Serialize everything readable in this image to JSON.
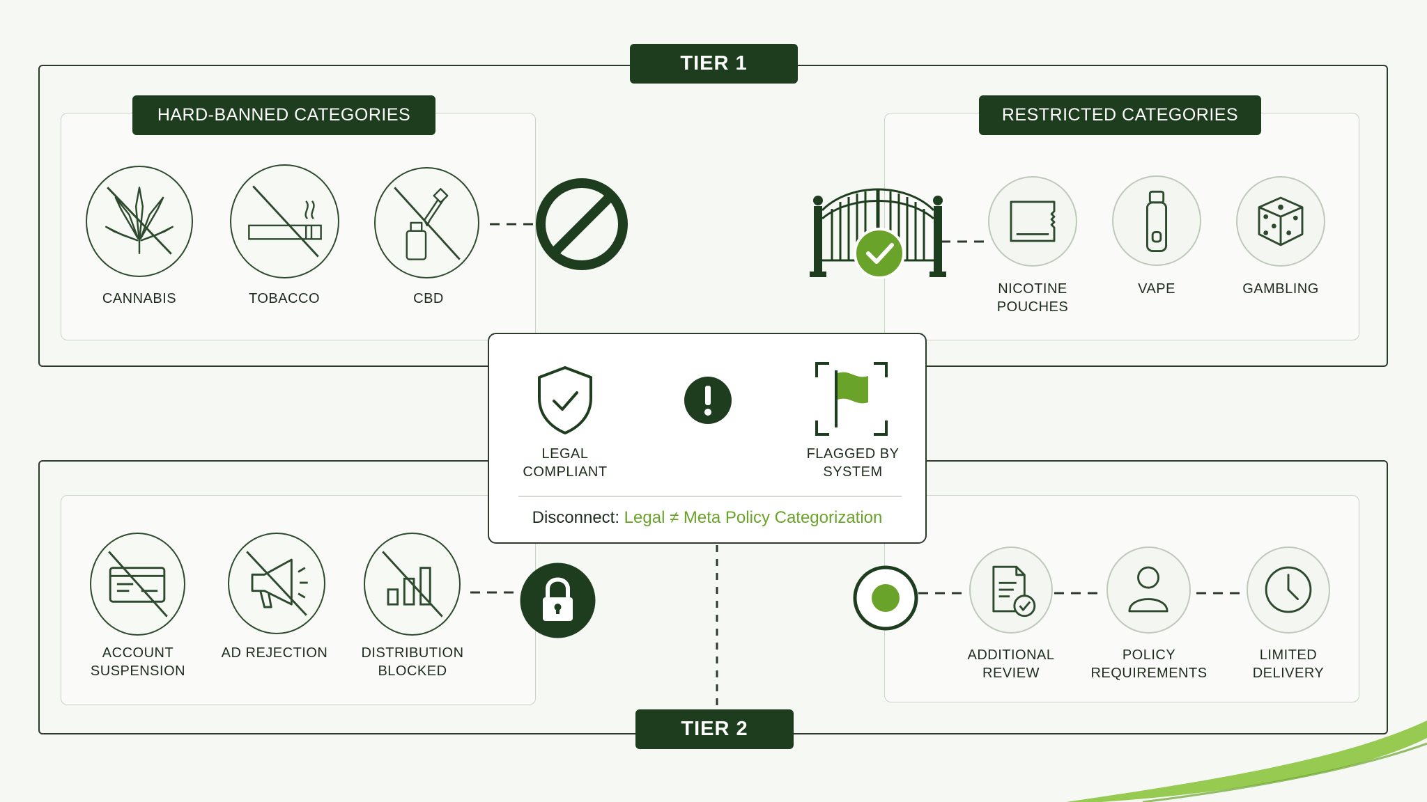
{
  "tier1": {
    "label": "TIER 1"
  },
  "tier2": {
    "label": "TIER 2"
  },
  "hard_banned": {
    "title": "HARD-BANNED CATEGORIES",
    "items": [
      {
        "label": "CANNABIS",
        "icon": "cannabis-icon"
      },
      {
        "label": "TOBACCO",
        "icon": "cigarette-icon"
      },
      {
        "label": "CBD",
        "icon": "dropper-bottle-icon"
      }
    ],
    "result_icon": "prohibited-icon"
  },
  "restricted": {
    "title": "RESTRICTED CATEGORIES",
    "gate_icon": "gate-check-icon",
    "items": [
      {
        "label": "NICOTINE\nPOUCHES",
        "icon": "pouch-icon"
      },
      {
        "label": "VAPE",
        "icon": "vape-icon"
      },
      {
        "label": "GAMBLING",
        "icon": "dice-icon"
      }
    ]
  },
  "center": {
    "left": {
      "label": "LEGAL\nCOMPLIANT",
      "icon": "shield-check-icon"
    },
    "middle_icon": "alert-icon",
    "right": {
      "label": "FLAGGED BY\nSYSTEM",
      "icon": "flag-icon"
    },
    "disconnect_prefix": "Disconnect:",
    "disconnect_text": "Legal ≠ Meta Policy Categorization"
  },
  "tier2_left": {
    "items": [
      {
        "label": "ACCOUNT\nSUSPENSION",
        "icon": "card-icon"
      },
      {
        "label": "AD REJECTION",
        "icon": "megaphone-icon"
      },
      {
        "label": "DISTRIBUTION\nBLOCKED",
        "icon": "bar-chart-icon"
      }
    ],
    "result_icon": "lock-icon"
  },
  "tier2_right": {
    "start_icon": "status-dot-icon",
    "items": [
      {
        "label": "ADDITIONAL\nREVIEW",
        "icon": "document-check-icon"
      },
      {
        "label": "POLICY\nREQUIREMENTS",
        "icon": "user-icon"
      },
      {
        "label": "LIMITED\nDELIVERY",
        "icon": "clock-icon"
      }
    ]
  },
  "colors": {
    "dark_green": "#1e3d1e",
    "accent_green": "#6aa32a",
    "outline": "#2c3a2c",
    "background": "#f6f8f4"
  }
}
